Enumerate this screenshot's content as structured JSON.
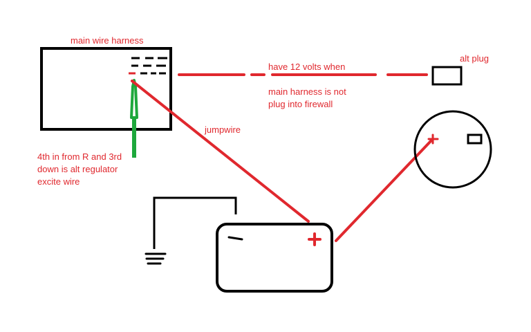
{
  "colors": {
    "ink": "#000000",
    "wire": "#e0282e",
    "excite_arrow": "#1ea83c",
    "background": "#ffffff"
  },
  "labels": {
    "main_wire_harness": "main wire harness",
    "alt_plug": "alt plug",
    "have_12_volts_when": "have 12 volts when",
    "main_harness_is_not": "main harness is not",
    "plug_into_firewall": "plug into firewall",
    "jumpwire": "jumpwire",
    "excite_note": [
      "4th in from R and 3rd",
      "down is alt regulator",
      "excite wire"
    ]
  },
  "icons": {
    "ground": "ground-symbol-icon",
    "battery_positive": "plus-icon",
    "battery_negative": "minus-icon",
    "alternator_positive": "plus-icon"
  }
}
